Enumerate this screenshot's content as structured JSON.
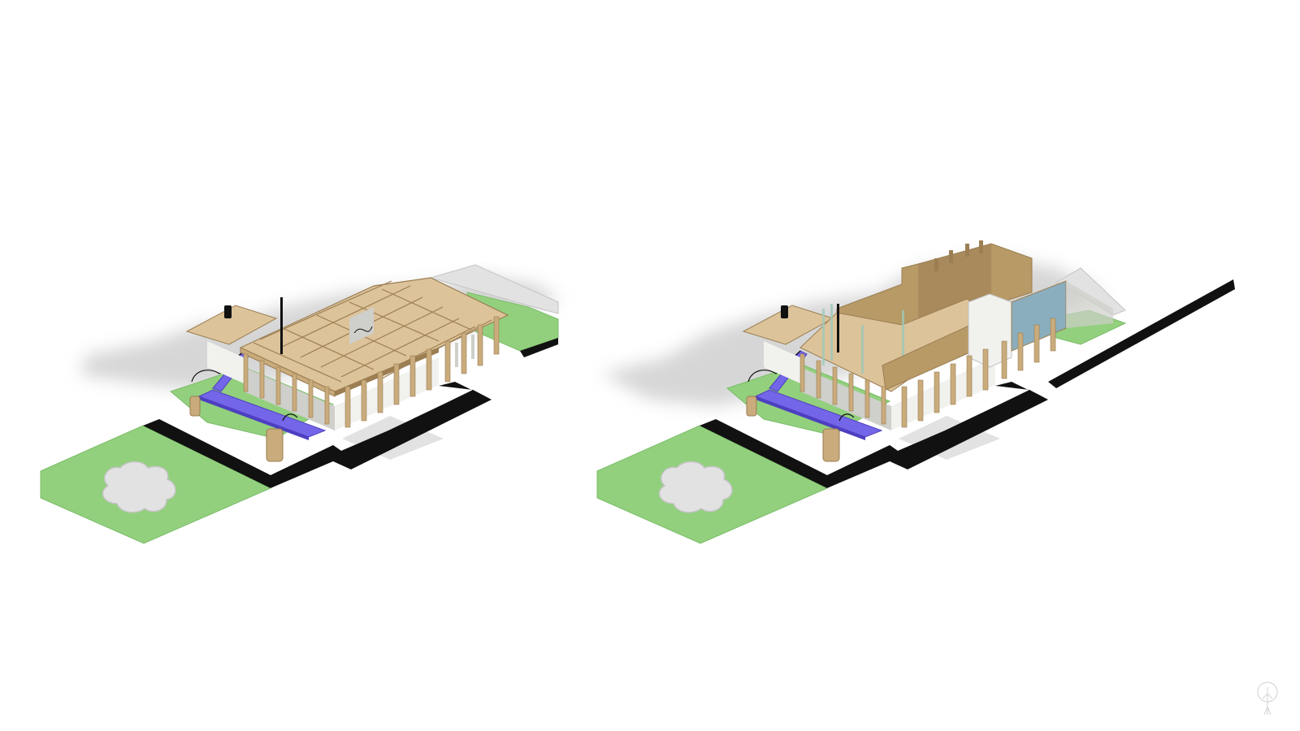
{
  "figure": {
    "panels": [
      {
        "id": "framing-stage",
        "view": "axonometric",
        "state": "timber frame exposed"
      },
      {
        "id": "enclosed-stage",
        "view": "axonometric",
        "state": "walls and panels added"
      }
    ]
  },
  "colors": {
    "background": "#ffffff",
    "lawn": "#92d07d",
    "lawn_edge": "#7bbd69",
    "paving": "#e2e2e2",
    "paving_edge": "#c4c4c4",
    "outline": "#111111",
    "timber": "#c9ab7c",
    "timber_dark": "#9c7e53",
    "timber_light": "#dcc39a",
    "wall_white": "#f1f1ee",
    "wall_shade": "#cfcfcb",
    "ramp_blue": "#7466e8",
    "ramp_dark": "#4d3fc0",
    "panel_blue": "#8aaebd",
    "shadow": "#c9c9c9",
    "glass": "#9fc9b8",
    "osb": "#b79a66"
  },
  "icons": [
    "logo-mark-icon"
  ]
}
